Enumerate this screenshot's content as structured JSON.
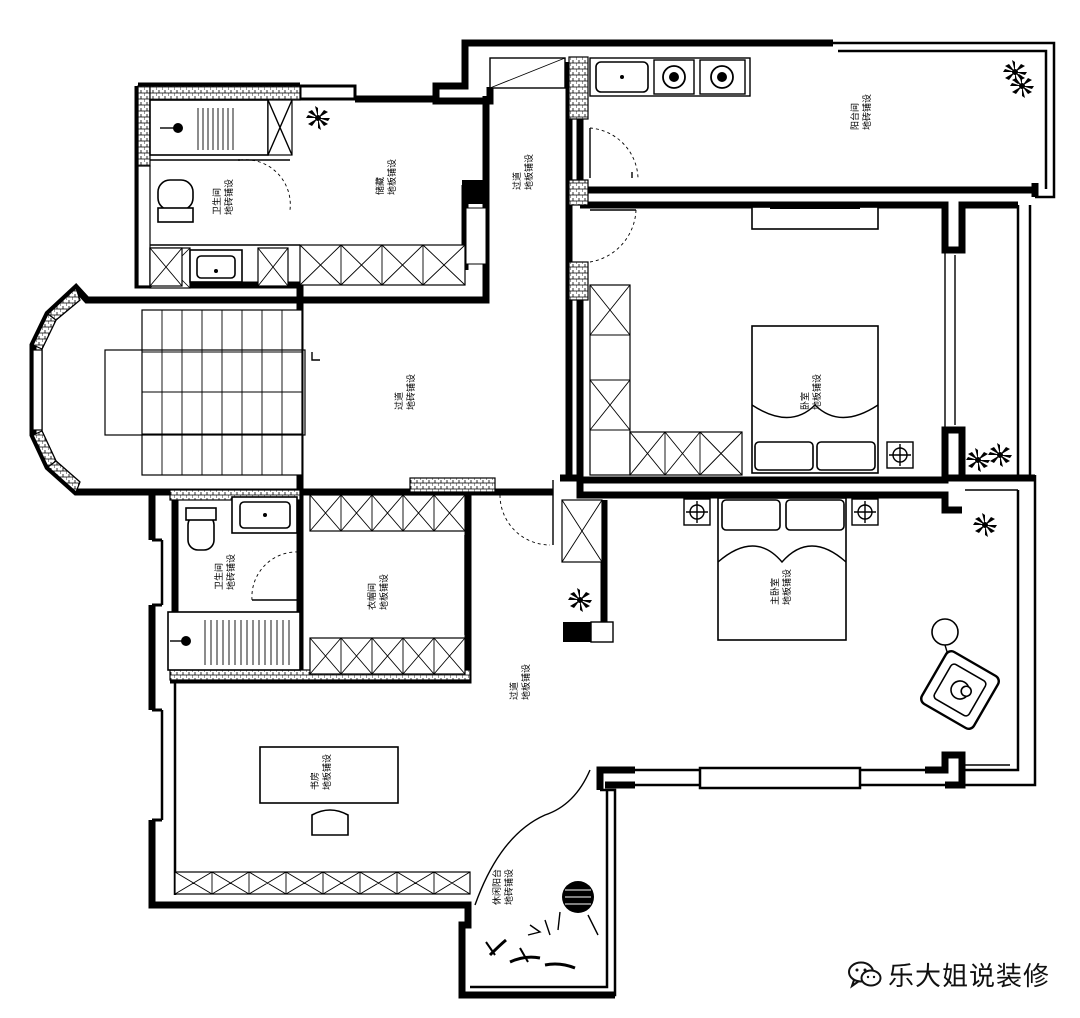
{
  "rooms": {
    "corridor_upper": "过道\n地板铺设",
    "corridor_lower": "过道\n地板铺设",
    "kitchen_balcony": "阳台间\n地砖铺设",
    "storage": "储藏\n地板铺设",
    "bath_upper": "卫生间\n地砖铺设",
    "stair_hall": "过道\n地砖铺设",
    "bedroom": "卧室\n地板铺设",
    "bath_lower": "卫生间\n地砖铺设",
    "cloakroom": "衣帽间\n地板铺设",
    "master_bedroom": "主卧室\n地板铺设",
    "study": "书房\n地板铺设",
    "leisure_balcony": "休闲阳台\n地砖铺设"
  },
  "watermark": "乐大姐说装修",
  "icons": {
    "watermark": "wechat-icon",
    "plant": "potted-plant-icon",
    "stove": "stove-burner-icon",
    "lamp": "nightstand-lamp-icon"
  }
}
